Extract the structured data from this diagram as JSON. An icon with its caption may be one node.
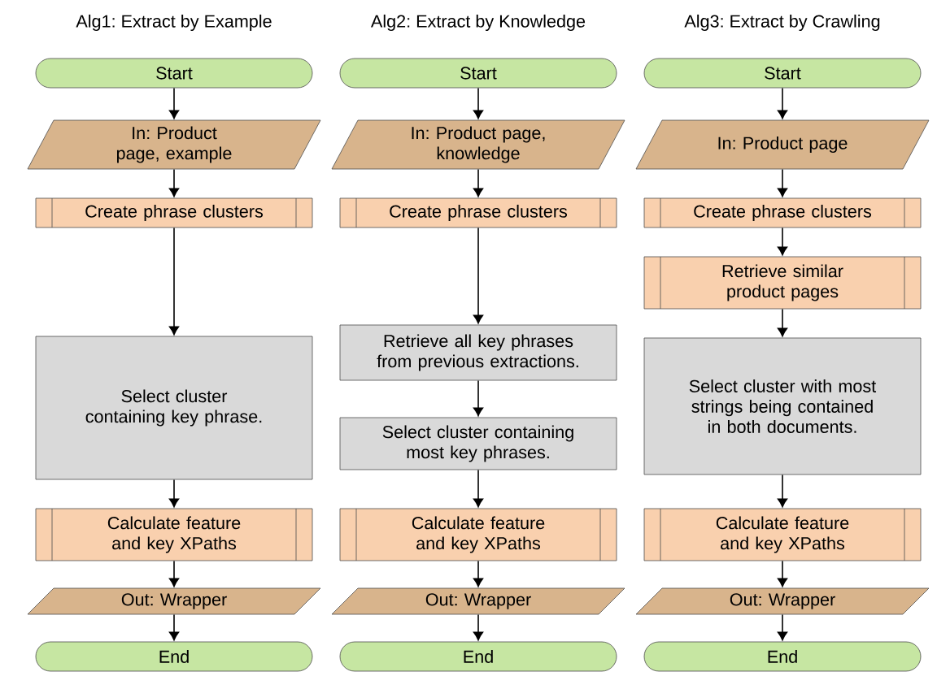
{
  "diagram": {
    "nodes": [
      {
        "text": [
          "Start"
        ]
      },
      {
        "text": [
          "In: Product page, example"
        ]
      },
      {
        "text": [
          "Create phrase clusters"
        ]
      },
      {
        "text": [
          "Select cluster containing key phrase."
        ]
      },
      {
        "text": [
          "Calculate feature and key XPaths"
        ]
      },
      {
        "text": [
          "Out: Wrapper"
        ]
      },
      {
        "text": [
          "End"
        ]
      },
      {
        "text": [
          "Start"
        ]
      },
      {
        "text": [
          "In: Product page, knowledge"
        ]
      },
      {
        "text": [
          "Create phrase clusters"
        ]
      },
      {
        "text": [
          "Retrieve all key phrases from previous extractions."
        ]
      },
      {
        "text": [
          "Select cluster containing most key phrases."
        ]
      },
      {
        "text": [
          "Calculate feature and key XPaths"
        ]
      },
      {
        "text": [
          "Out: Wrapper"
        ]
      },
      {
        "text": [
          "End"
        ]
      },
      {
        "text": [
          "Start"
        ]
      },
      {
        "text": [
          "In: Product page"
        ]
      },
      {
        "text": [
          "Create phrase clusters"
        ]
      },
      {
        "text": [
          "Retrieve similar product pages"
        ]
      },
      {
        "text": [
          "Select cluster with most strings being contained in both documents."
        ]
      },
      {
        "text": [
          "Calculate feature and key XPaths"
        ]
      },
      {
        "text": [
          "Out: Wrapper"
        ]
      },
      {
        "text": [
          "End"
        ]
      }
    ],
    "edges": [
      {
        "from": 0,
        "to": 1,
        "arrow": "to"
      },
      {
        "from": 1,
        "to": 2,
        "arrow": "to"
      },
      {
        "from": 2,
        "to": 3,
        "arrow": "to"
      },
      {
        "from": 3,
        "to": 4,
        "arrow": "to"
      },
      {
        "from": 4,
        "to": 5,
        "arrow": "to"
      },
      {
        "from": 5,
        "to": 6,
        "arrow": "to"
      },
      {
        "from": 7,
        "to": 8,
        "arrow": "to"
      },
      {
        "from": 8,
        "to": 9,
        "arrow": "to"
      },
      {
        "from": 9,
        "to": 10,
        "arrow": "to"
      },
      {
        "from": 10,
        "to": 11,
        "arrow": "to"
      },
      {
        "from": 11,
        "to": 12,
        "arrow": "to"
      },
      {
        "from": 12,
        "to": 13,
        "arrow": "to"
      },
      {
        "from": 13,
        "to": 14,
        "arrow": "to"
      },
      {
        "from": 15,
        "to": 16,
        "arrow": "to"
      },
      {
        "from": 16,
        "to": 17,
        "arrow": "to"
      },
      {
        "from": 17,
        "to": 18,
        "arrow": "to"
      },
      {
        "from": 18,
        "to": 19,
        "arrow": "to"
      },
      {
        "from": 19,
        "to": 20,
        "arrow": "to"
      },
      {
        "from": 20,
        "to": 21,
        "arrow": "to"
      },
      {
        "from": 21,
        "to": 22,
        "arrow": "to"
      }
    ],
    "labels": [
      "Alg1: Extract by Example",
      "Alg2: Extract by Knowledge",
      "Alg3: Extract by Crawling"
    ]
  }
}
